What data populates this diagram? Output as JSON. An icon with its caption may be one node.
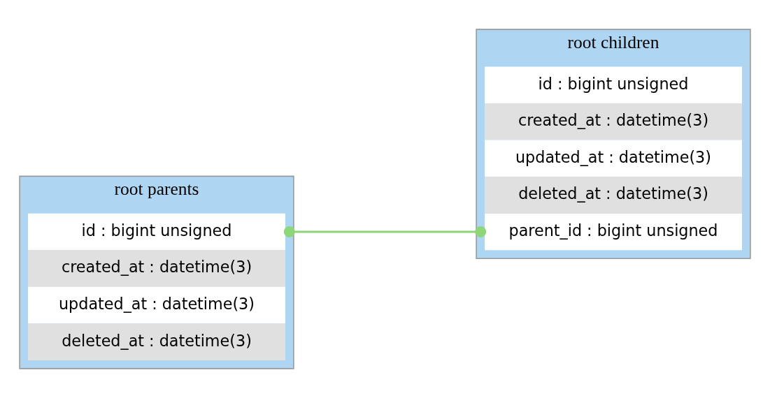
{
  "diagram": {
    "nodes": [
      {
        "text": [
          "root parents"
        ]
      },
      {
        "text": [
          "id : bigint unsigned"
        ],
        "in": 0
      },
      {
        "text": [
          "created_at : datetime(3)"
        ],
        "in": 0
      },
      {
        "text": [
          "updated_at : datetime(3)"
        ],
        "in": 0
      },
      {
        "text": [
          "deleted_at : datetime(3)"
        ],
        "in": 0
      },
      {
        "text": [
          "root children"
        ]
      },
      {
        "text": [
          "id : bigint unsigned"
        ],
        "in": 5
      },
      {
        "text": [
          "created_at : datetime(3)"
        ],
        "in": 5
      },
      {
        "text": [
          "updated_at : datetime(3)"
        ],
        "in": 5
      },
      {
        "text": [
          "deleted_at : datetime(3)"
        ],
        "in": 5
      },
      {
        "text": [
          "parent_id : bigint unsigned"
        ],
        "in": 5
      }
    ],
    "edges": [
      {
        "from": 1,
        "to": 10,
        "arrow": "other"
      }
    ]
  }
}
